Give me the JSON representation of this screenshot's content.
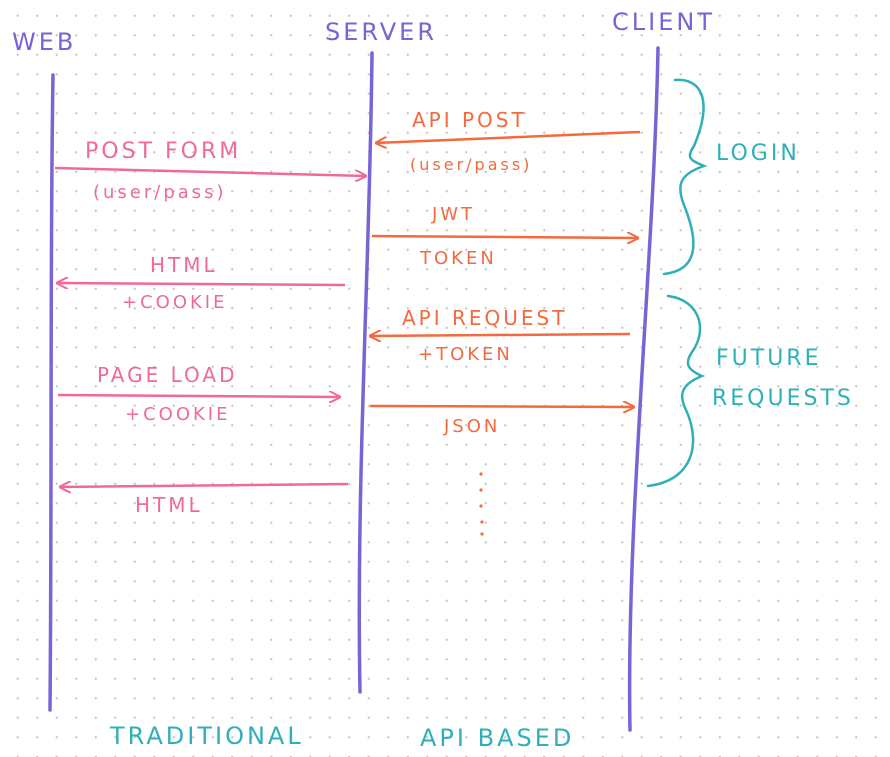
{
  "lanes": {
    "web": "WEB",
    "server": "SERVER",
    "client": "CLIENT"
  },
  "traditional": {
    "post_form": "POST FORM",
    "post_form_sub": "(user/pass)",
    "html_cookie": "HTML",
    "html_cookie_sub": "+COOKIE",
    "page_load": "PAGE LOAD",
    "page_load_sub": "+COOKIE",
    "html_final": "HTML"
  },
  "api": {
    "api_post": "API POST",
    "api_post_sub": "(user/pass)",
    "jwt": "JWT",
    "jwt_sub": "TOKEN",
    "api_request": "API REQUEST",
    "api_request_sub": "+TOKEN",
    "json": "JSON"
  },
  "groups": {
    "login": "LOGIN",
    "future_1": "FUTURE",
    "future_2": "REQUESTS"
  },
  "footer": {
    "traditional": "TRADITIONAL",
    "api_based": "API BASED"
  },
  "colors": {
    "lifeline": "#7b62d6",
    "traditional": "#ef6a9a",
    "api": "#f26a3d",
    "annotation": "#2fb0b8"
  }
}
